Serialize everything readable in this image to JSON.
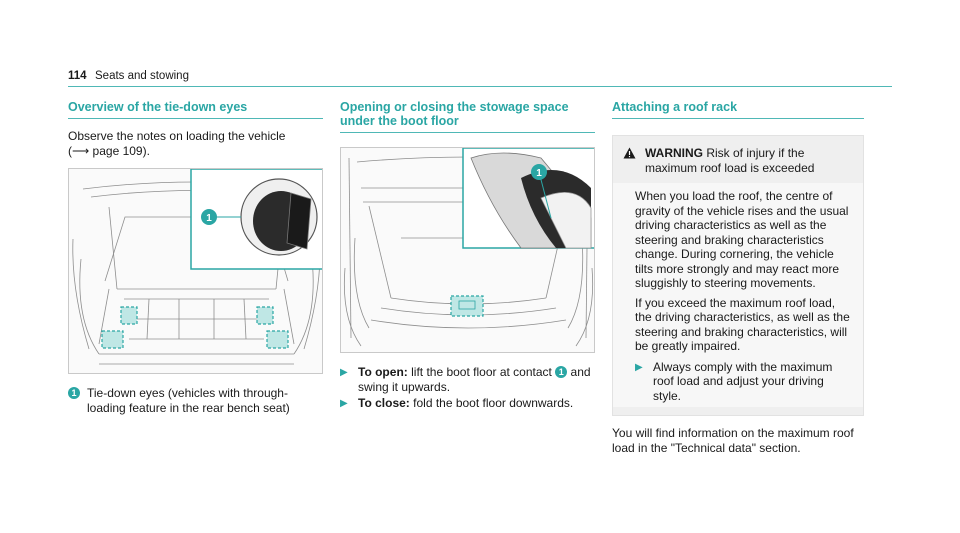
{
  "header": {
    "page_number": "114",
    "chapter": "Seats and stowing"
  },
  "col1": {
    "title": "Overview of the tie-down eyes",
    "intro_a": "Observe the notes on loading the vehicle",
    "intro_b": "page 109).",
    "intro_paren": "(",
    "callout": "1",
    "legend": "Tie-down eyes (vehicles with through-loading feature in the rear bench seat)"
  },
  "col2": {
    "title": "Opening or closing the stowage space under the boot floor",
    "callout": "1",
    "step1_label": "To open:",
    "step1_a": "lift the boot floor at contact",
    "step1_b": "and swing it upwards.",
    "step2_label": "To close:",
    "step2_text": "fold the boot floor downwards."
  },
  "col3": {
    "title": "Attaching a roof rack",
    "warning_label": "WARNING",
    "warning_title": "Risk of injury if the maximum roof load is exceeded",
    "warn_p1": "When you load the roof, the centre of gravity of the vehicle rises and the usual driving characteristics as well as the steering and braking characteristics change. During cornering, the vehicle tilts more strongly and may react more sluggishly to steering movements.",
    "warn_p2": "If you exceed the maximum roof load, the driving characteristics, as well as the steering and braking characteristics, will be greatly impaired.",
    "warn_step": "Always comply with the maximum roof load and adjust your driving style.",
    "after": "You will find information on the maximum roof load in the \"Technical data\" section."
  },
  "colors": {
    "accent": "#2aa6a4",
    "rule": "#4fb8b6",
    "highlight_fill": "#bfe7e5"
  },
  "icons": {
    "warning": "warning-triangle-icon",
    "step": "step-triangle-icon",
    "reference": "page-reference-arrow-icon"
  }
}
